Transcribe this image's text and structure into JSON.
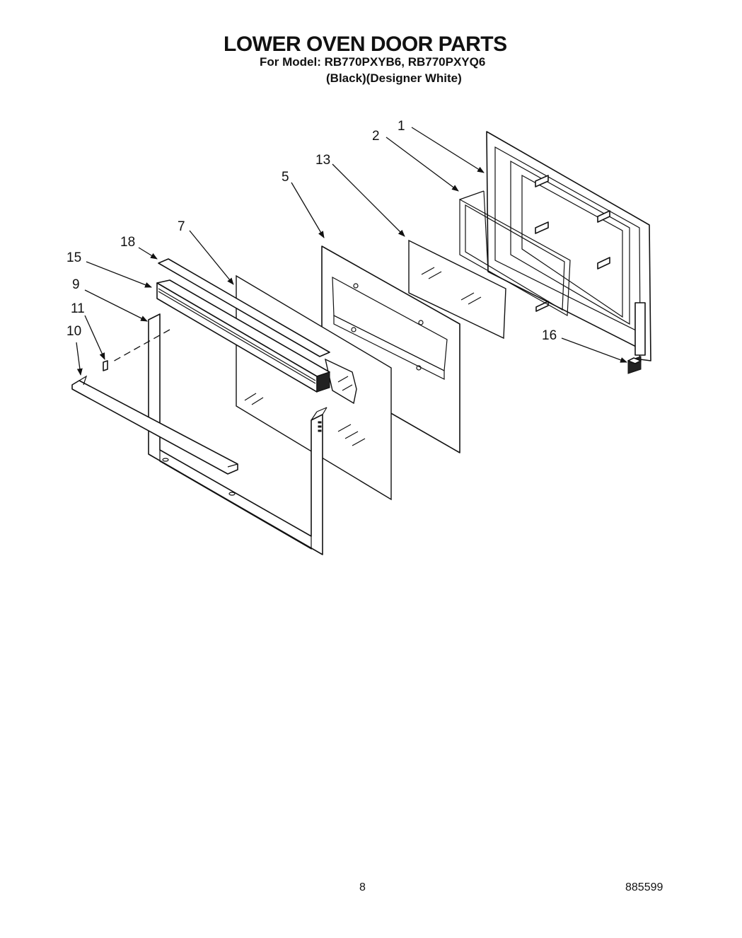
{
  "header": {
    "title": "LOWER OVEN DOOR PARTS",
    "model_line": "For Model: RB770PXYB6, RB770PXYQ6",
    "variant_line": "(Black)(Designer White)"
  },
  "callouts": [
    {
      "id": "1",
      "label": "1"
    },
    {
      "id": "2",
      "label": "2"
    },
    {
      "id": "13",
      "label": "13"
    },
    {
      "id": "5",
      "label": "5"
    },
    {
      "id": "7",
      "label": "7"
    },
    {
      "id": "18",
      "label": "18"
    },
    {
      "id": "15",
      "label": "15"
    },
    {
      "id": "9",
      "label": "9"
    },
    {
      "id": "11",
      "label": "11"
    },
    {
      "id": "10",
      "label": "10"
    },
    {
      "id": "16",
      "label": "16"
    }
  ],
  "footer": {
    "page_number": "8",
    "document_number": "885599"
  }
}
